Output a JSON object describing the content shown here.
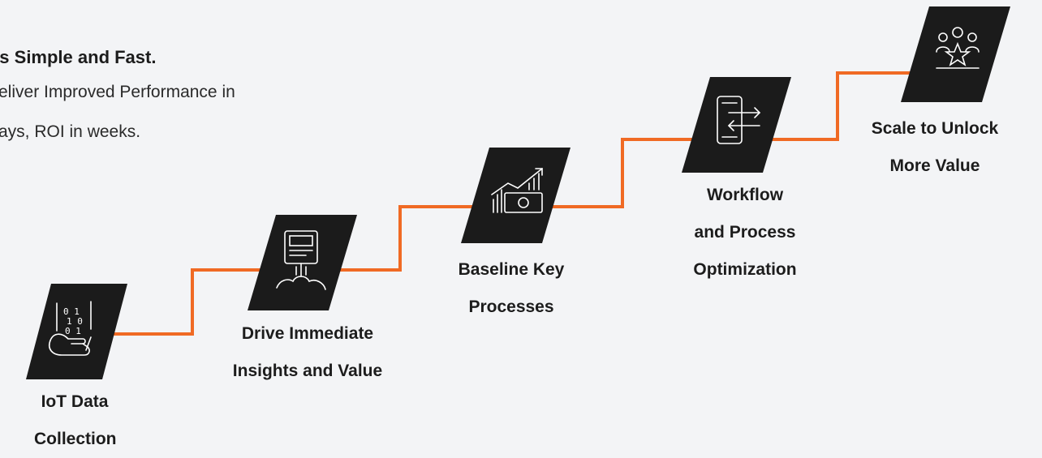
{
  "intro": {
    "headline": "’s Simple and Fast.",
    "line1": "eliver Improved Performance in",
    "line2": "ays, ROI in weeks."
  },
  "colors": {
    "accent": "#f06a24",
    "tile": "#1b1b1b",
    "background": "#f3f4f6"
  },
  "steps": [
    {
      "icon": "binary-data-hand-icon",
      "label_lines": [
        "IoT Data",
        "Collection"
      ]
    },
    {
      "icon": "terminal-growth-icon",
      "label_lines": [
        "Drive Immediate",
        "Insights and Value"
      ]
    },
    {
      "icon": "money-growth-chart-icon",
      "label_lines": [
        "Baseline Key",
        "Processes"
      ]
    },
    {
      "icon": "phone-transfer-icon",
      "label_lines": [
        "Workflow",
        "and Process",
        "Optimization"
      ]
    },
    {
      "icon": "team-star-icon",
      "label_lines": [
        "Scale to Unlock",
        "More Value"
      ]
    }
  ]
}
